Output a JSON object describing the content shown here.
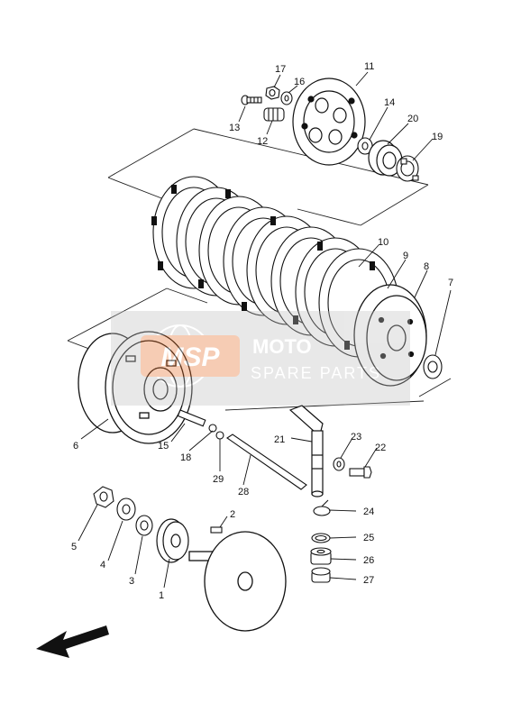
{
  "watermark": {
    "badge_text": "MSP",
    "line1": "MOTO",
    "line2": "SPARE PARTS",
    "badge_color": "#e8702a"
  },
  "callouts": [
    {
      "num": "1"
    },
    {
      "num": "2"
    },
    {
      "num": "3"
    },
    {
      "num": "4"
    },
    {
      "num": "5"
    },
    {
      "num": "6"
    },
    {
      "num": "7"
    },
    {
      "num": "8"
    },
    {
      "num": "9"
    },
    {
      "num": "10"
    },
    {
      "num": "11"
    },
    {
      "num": "12"
    },
    {
      "num": "13"
    },
    {
      "num": "14"
    },
    {
      "num": "15"
    },
    {
      "num": "16"
    },
    {
      "num": "17"
    },
    {
      "num": "18"
    },
    {
      "num": "19"
    },
    {
      "num": "20"
    },
    {
      "num": "21"
    },
    {
      "num": "22"
    },
    {
      "num": "23"
    },
    {
      "num": "24"
    },
    {
      "num": "25"
    },
    {
      "num": "26"
    },
    {
      "num": "27"
    },
    {
      "num": "28"
    },
    {
      "num": "29"
    }
  ],
  "icons": [
    "direction-arrow-icon",
    "globe-icon"
  ]
}
